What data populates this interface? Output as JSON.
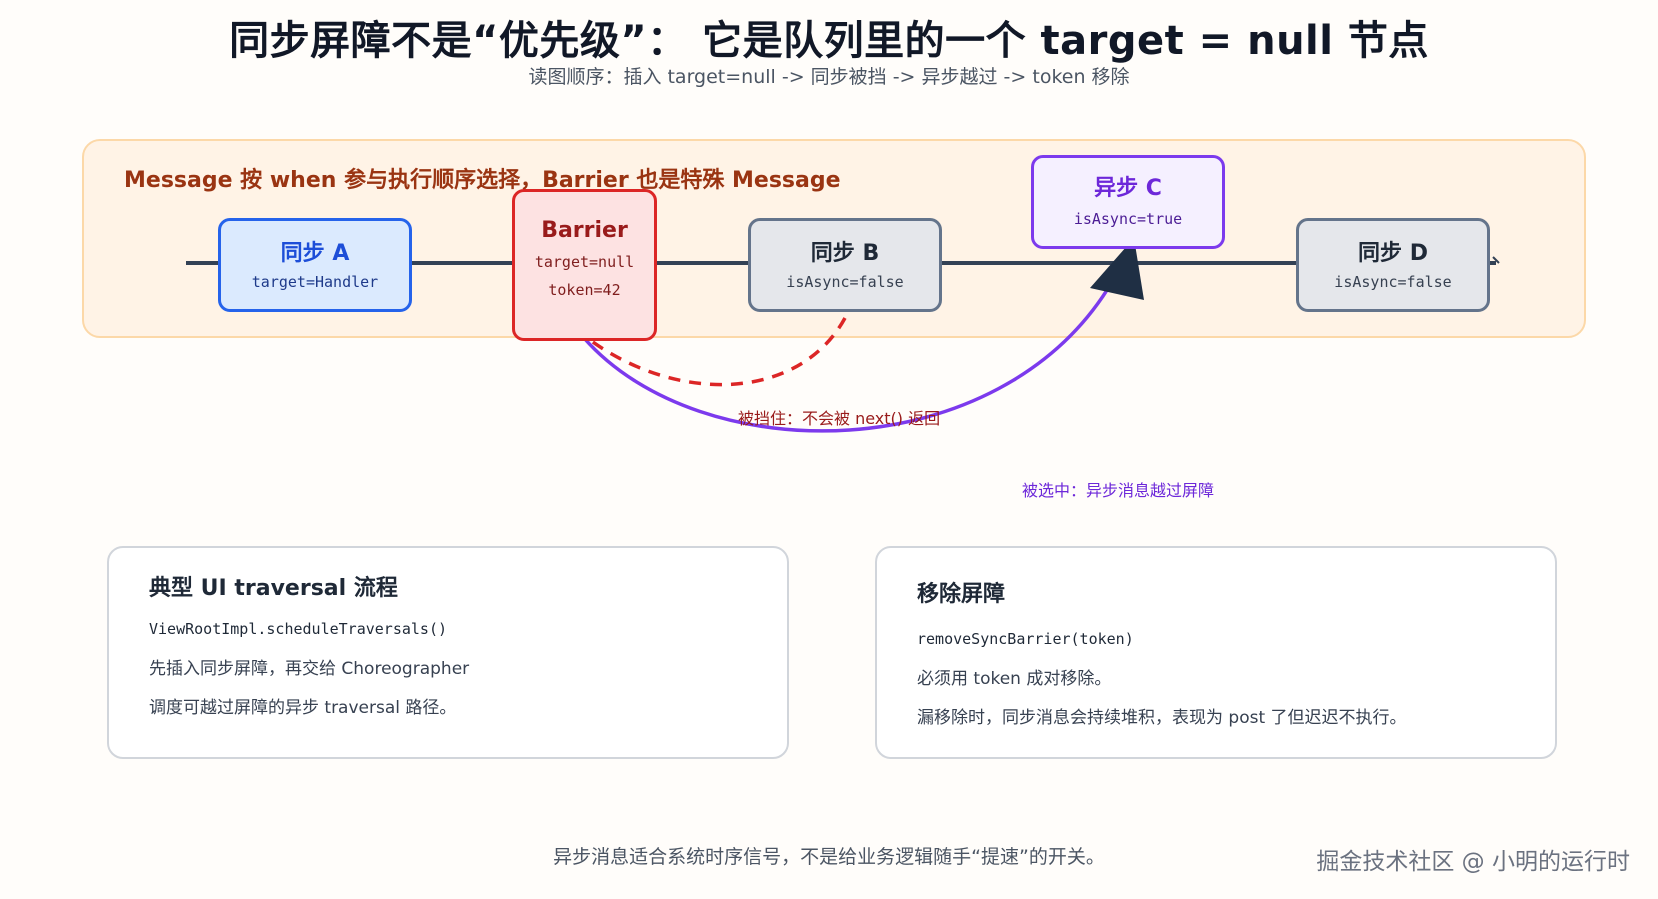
{
  "header": {
    "title": "同步屏障不是“优先级”： 它是队列里的一个 target = null 节点",
    "subtitle": "读图顺序：插入 target=null -> 同步被挡 -> 异步越过 -> token 移除"
  },
  "panel": {
    "title": "Message 按 when 参与执行顺序选择，Barrier 也是特殊 Message"
  },
  "nodes": {
    "a": {
      "title": "同步 A",
      "sub": "target=Handler"
    },
    "barrier": {
      "title": "Barrier",
      "sub1": "target=null",
      "sub2": "token=42"
    },
    "b": {
      "title": "同步 B",
      "sub": "isAsync=false"
    },
    "c": {
      "title": "异步 C",
      "sub": "isAsync=true"
    },
    "d": {
      "title": "同步 D",
      "sub": "isAsync=false"
    }
  },
  "labels": {
    "blocked": "被挡住：不会被 next() 返回",
    "selected": "被选中：异步消息越过屏障"
  },
  "cards": {
    "traversal": {
      "title": "典型 UI traversal 流程",
      "code": "ViewRootImpl.scheduleTraversals()",
      "line1": "先插入同步屏障，再交给 Choreographer",
      "line2": "调度可越过屏障的异步 traversal 路径。"
    },
    "remove": {
      "title": "移除屏障",
      "code": "removeSyncBarrier(token)",
      "line1": "必须用 token 成对移除。",
      "line2": "漏移除时，同步消息会持续堆积，表现为 post 了但迟迟不执行。"
    }
  },
  "footer": "异步消息适合系统时序信号，不是给业务逻辑随手“提速”的开关。",
  "watermark": "掘金技术社区 @ 小明的运行时",
  "colors": {
    "sync_a": "#2563eb",
    "barrier": "#dc2626",
    "sync_gray": "#64748b",
    "async": "#7c3aed",
    "timeline": "#334155"
  }
}
